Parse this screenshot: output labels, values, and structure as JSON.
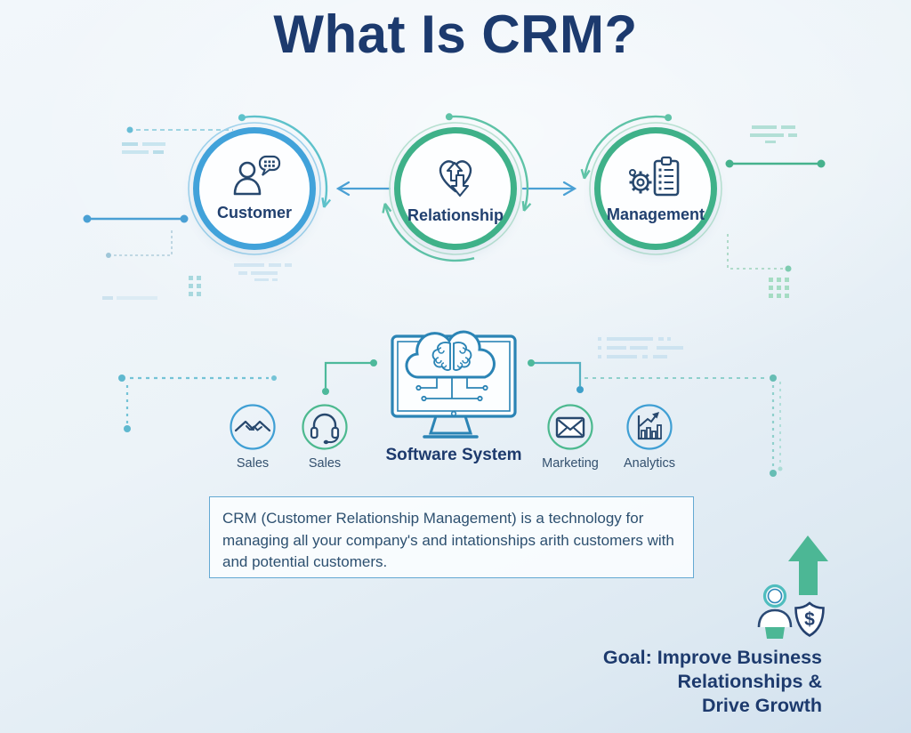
{
  "title": "What Is CRM?",
  "acronym_nodes": [
    {
      "label": "Customer",
      "icon": "person-chat-icon",
      "ring_color": "#41a2da"
    },
    {
      "label": "Relationship",
      "icon": "heart-arrows-icon",
      "ring_color": "#3fb189"
    },
    {
      "label": "Management",
      "icon": "gear-clipboard-icon",
      "ring_color": "#3fb189"
    }
  ],
  "software": {
    "label": "Software System",
    "icon": "monitor-brain-cloud-icon"
  },
  "functions": [
    {
      "label": "Sales",
      "icon": "handshake-icon",
      "ring_color": "#3f9fd4"
    },
    {
      "label": "Sales",
      "icon": "headset-icon",
      "ring_color": "#4cb98f"
    },
    {
      "label": "Marketing",
      "icon": "envelope-icon",
      "ring_color": "#4cb98f"
    },
    {
      "label": "Analytics",
      "icon": "bar-chart-icon",
      "ring_color": "#3f9fd4"
    }
  ],
  "description": "CRM (Customer Relationship Management) is a technology for managing all your company's and intationships arith customers with and potential customers.",
  "goal": {
    "lines": [
      "Goal: Improve Business",
      "Relationships &",
      "Drive Growth"
    ],
    "shield_symbol": "$"
  },
  "colors": {
    "navy": "#1d3a6d",
    "blue": "#3f9fd4",
    "green": "#3fb189",
    "teal": "#4cb795"
  }
}
